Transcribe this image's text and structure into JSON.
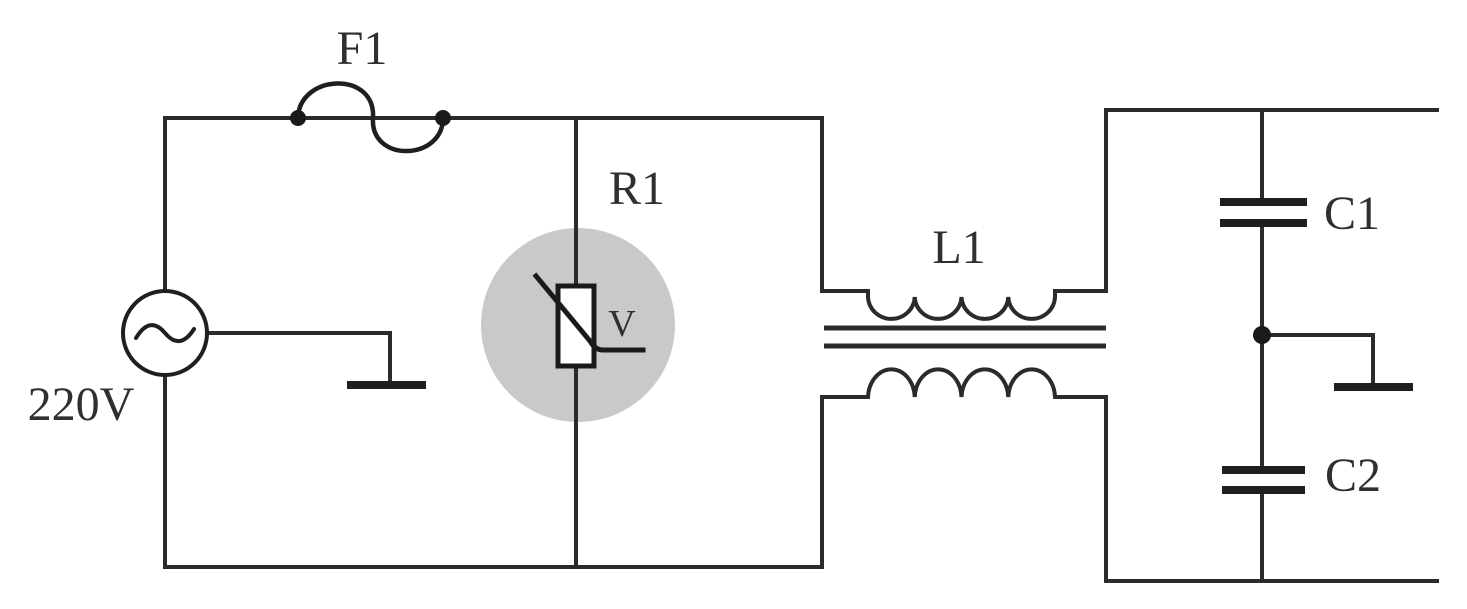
{
  "circuit": {
    "kind": "EMI line-filter schematic",
    "components": {
      "source": {
        "label": "220V",
        "symbol": "ac-voltage-source"
      },
      "fuse": {
        "label": "F1",
        "symbol": "s-curve-fuse"
      },
      "varistor": {
        "label": "R1",
        "body_letter": "V",
        "symbol": "varistor",
        "highlighted": true
      },
      "choke": {
        "label": "L1",
        "symbol": "common-mode-choke-transformer"
      },
      "capacitor1": {
        "label": "C1",
        "symbol": "capacitor"
      },
      "capacitor2": {
        "label": "C2",
        "symbol": "capacitor"
      },
      "grounds": {
        "count": 2,
        "symbol": "earth-bar"
      }
    },
    "colors": {
      "background": "#ffffff",
      "wire": "#2b2b2b",
      "label_text": "#2f2f2f",
      "highlight": "#c9c9c9",
      "dot": "#1a1a1a"
    }
  }
}
